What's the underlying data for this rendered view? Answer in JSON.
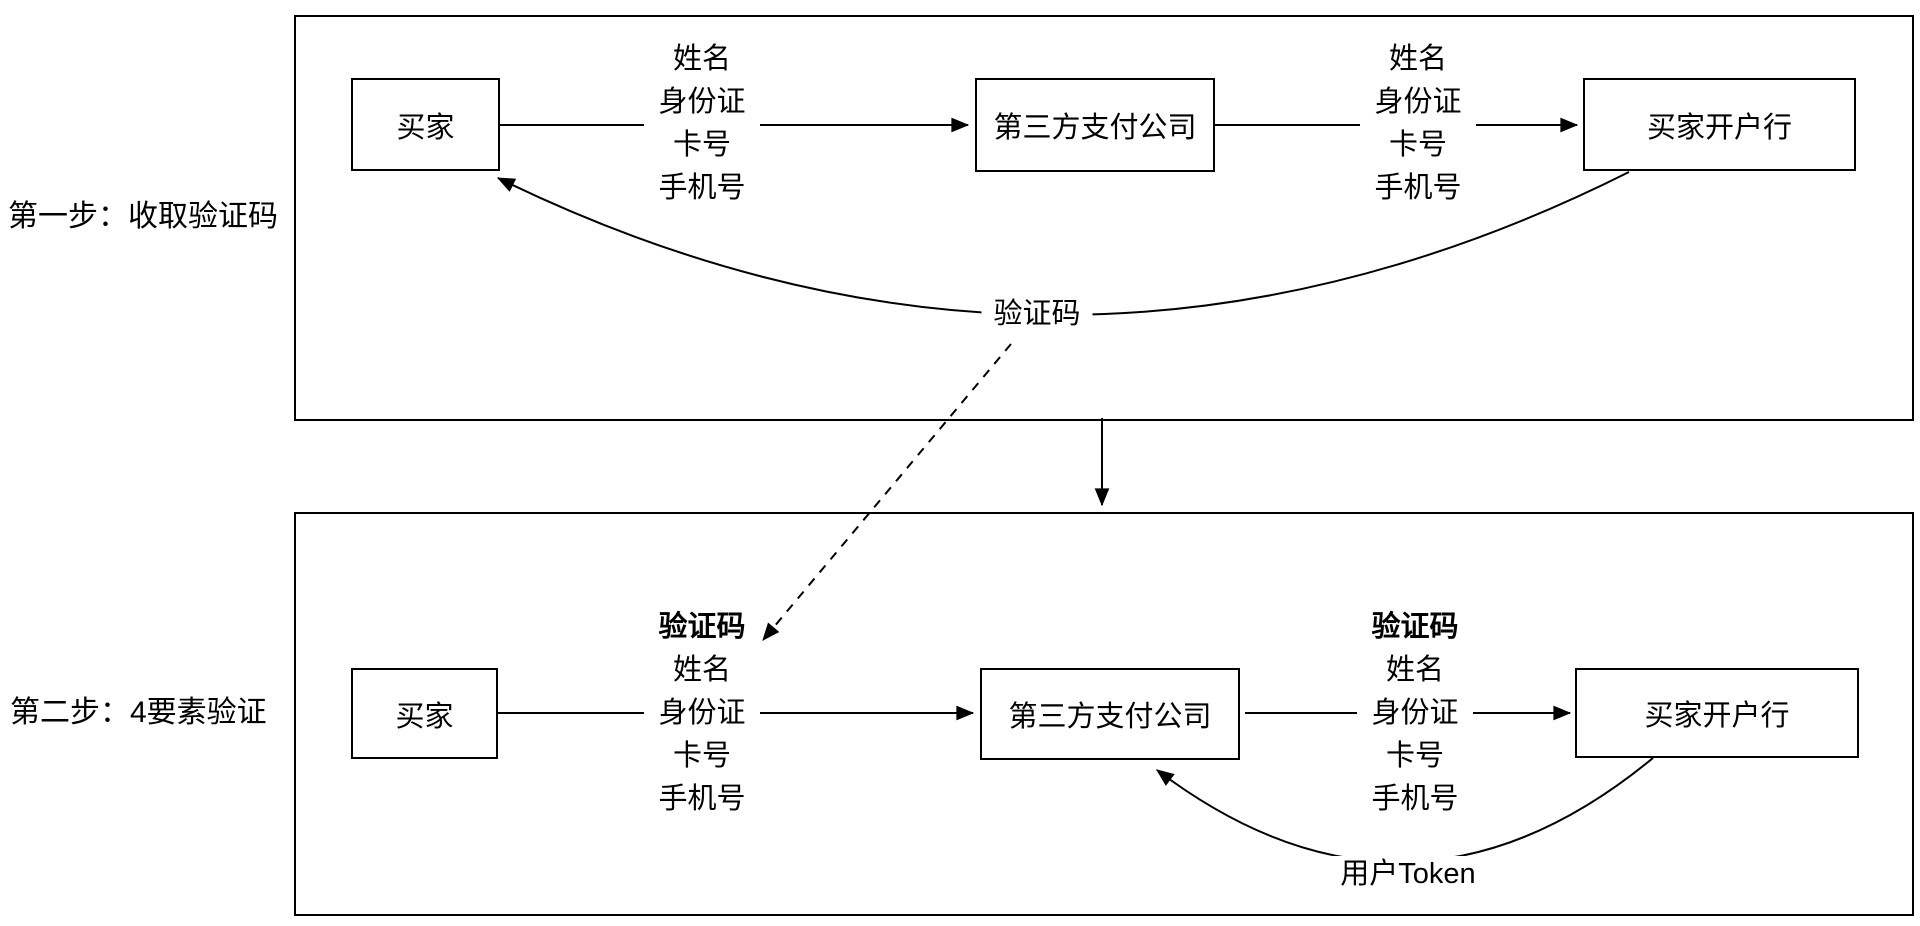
{
  "diagram": {
    "background": "#ffffff",
    "line_color": "#000000",
    "sections": [
      {
        "step_label": "第一步：收取验证码",
        "nodes": [
          {
            "label": "买家"
          },
          {
            "label": "第三方支付公司"
          },
          {
            "label": "买家开户行"
          }
        ],
        "edge_labels": [
          {
            "lines": [
              "姓名",
              "身份证",
              "卡号",
              "手机号"
            ]
          },
          {
            "lines": [
              "姓名",
              "身份证",
              "卡号",
              "手机号"
            ]
          }
        ],
        "return_arrow_label": "验证码"
      },
      {
        "step_label": "第二步：4要素验证",
        "nodes": [
          {
            "label": "买家"
          },
          {
            "label": "第三方支付公司"
          },
          {
            "label": "买家开户行"
          }
        ],
        "edge_labels": [
          {
            "emphasized_line": "验证码",
            "lines": [
              "姓名",
              "身份证",
              "卡号",
              "手机号"
            ]
          },
          {
            "emphasized_line": "验证码",
            "lines": [
              "姓名",
              "身份证",
              "卡号",
              "手机号"
            ]
          }
        ],
        "return_arrow_label": "用户Token"
      }
    ]
  }
}
